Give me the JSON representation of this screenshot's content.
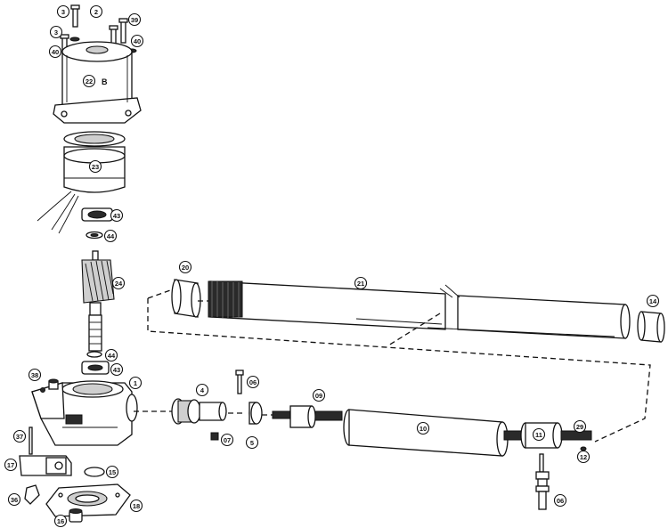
{
  "diagram": {
    "callouts": [
      {
        "id": "c-3a",
        "label": "3"
      },
      {
        "id": "c-2",
        "label": "2"
      },
      {
        "id": "c-39",
        "label": "39"
      },
      {
        "id": "c-3b",
        "label": "3"
      },
      {
        "id": "c-40a",
        "label": "40"
      },
      {
        "id": "c-40b",
        "label": "40"
      },
      {
        "id": "c-22",
        "label": "22"
      },
      {
        "id": "c-23",
        "label": "23"
      },
      {
        "id": "c-43a",
        "label": "43"
      },
      {
        "id": "c-44a",
        "label": "44"
      },
      {
        "id": "c-24",
        "label": "24"
      },
      {
        "id": "c-44b",
        "label": "44"
      },
      {
        "id": "c-43b",
        "label": "43"
      },
      {
        "id": "c-38",
        "label": "38"
      },
      {
        "id": "c-1",
        "label": "1"
      },
      {
        "id": "c-4",
        "label": "4"
      },
      {
        "id": "c-06a",
        "label": "06"
      },
      {
        "id": "c-07",
        "label": "07"
      },
      {
        "id": "c-5",
        "label": "5"
      },
      {
        "id": "c-09",
        "label": "09"
      },
      {
        "id": "c-10",
        "label": "10"
      },
      {
        "id": "c-11",
        "label": "11"
      },
      {
        "id": "c-29",
        "label": "29"
      },
      {
        "id": "c-12",
        "label": "12"
      },
      {
        "id": "c-06b",
        "label": "06"
      },
      {
        "id": "c-20",
        "label": "20"
      },
      {
        "id": "c-21",
        "label": "21"
      },
      {
        "id": "c-14",
        "label": "14"
      },
      {
        "id": "c-37",
        "label": "37"
      },
      {
        "id": "c-17",
        "label": "17"
      },
      {
        "id": "c-15",
        "label": "15"
      },
      {
        "id": "c-36",
        "label": "36"
      },
      {
        "id": "c-16",
        "label": "16"
      },
      {
        "id": "c-18",
        "label": "18"
      }
    ],
    "motor_suffix": "B"
  }
}
